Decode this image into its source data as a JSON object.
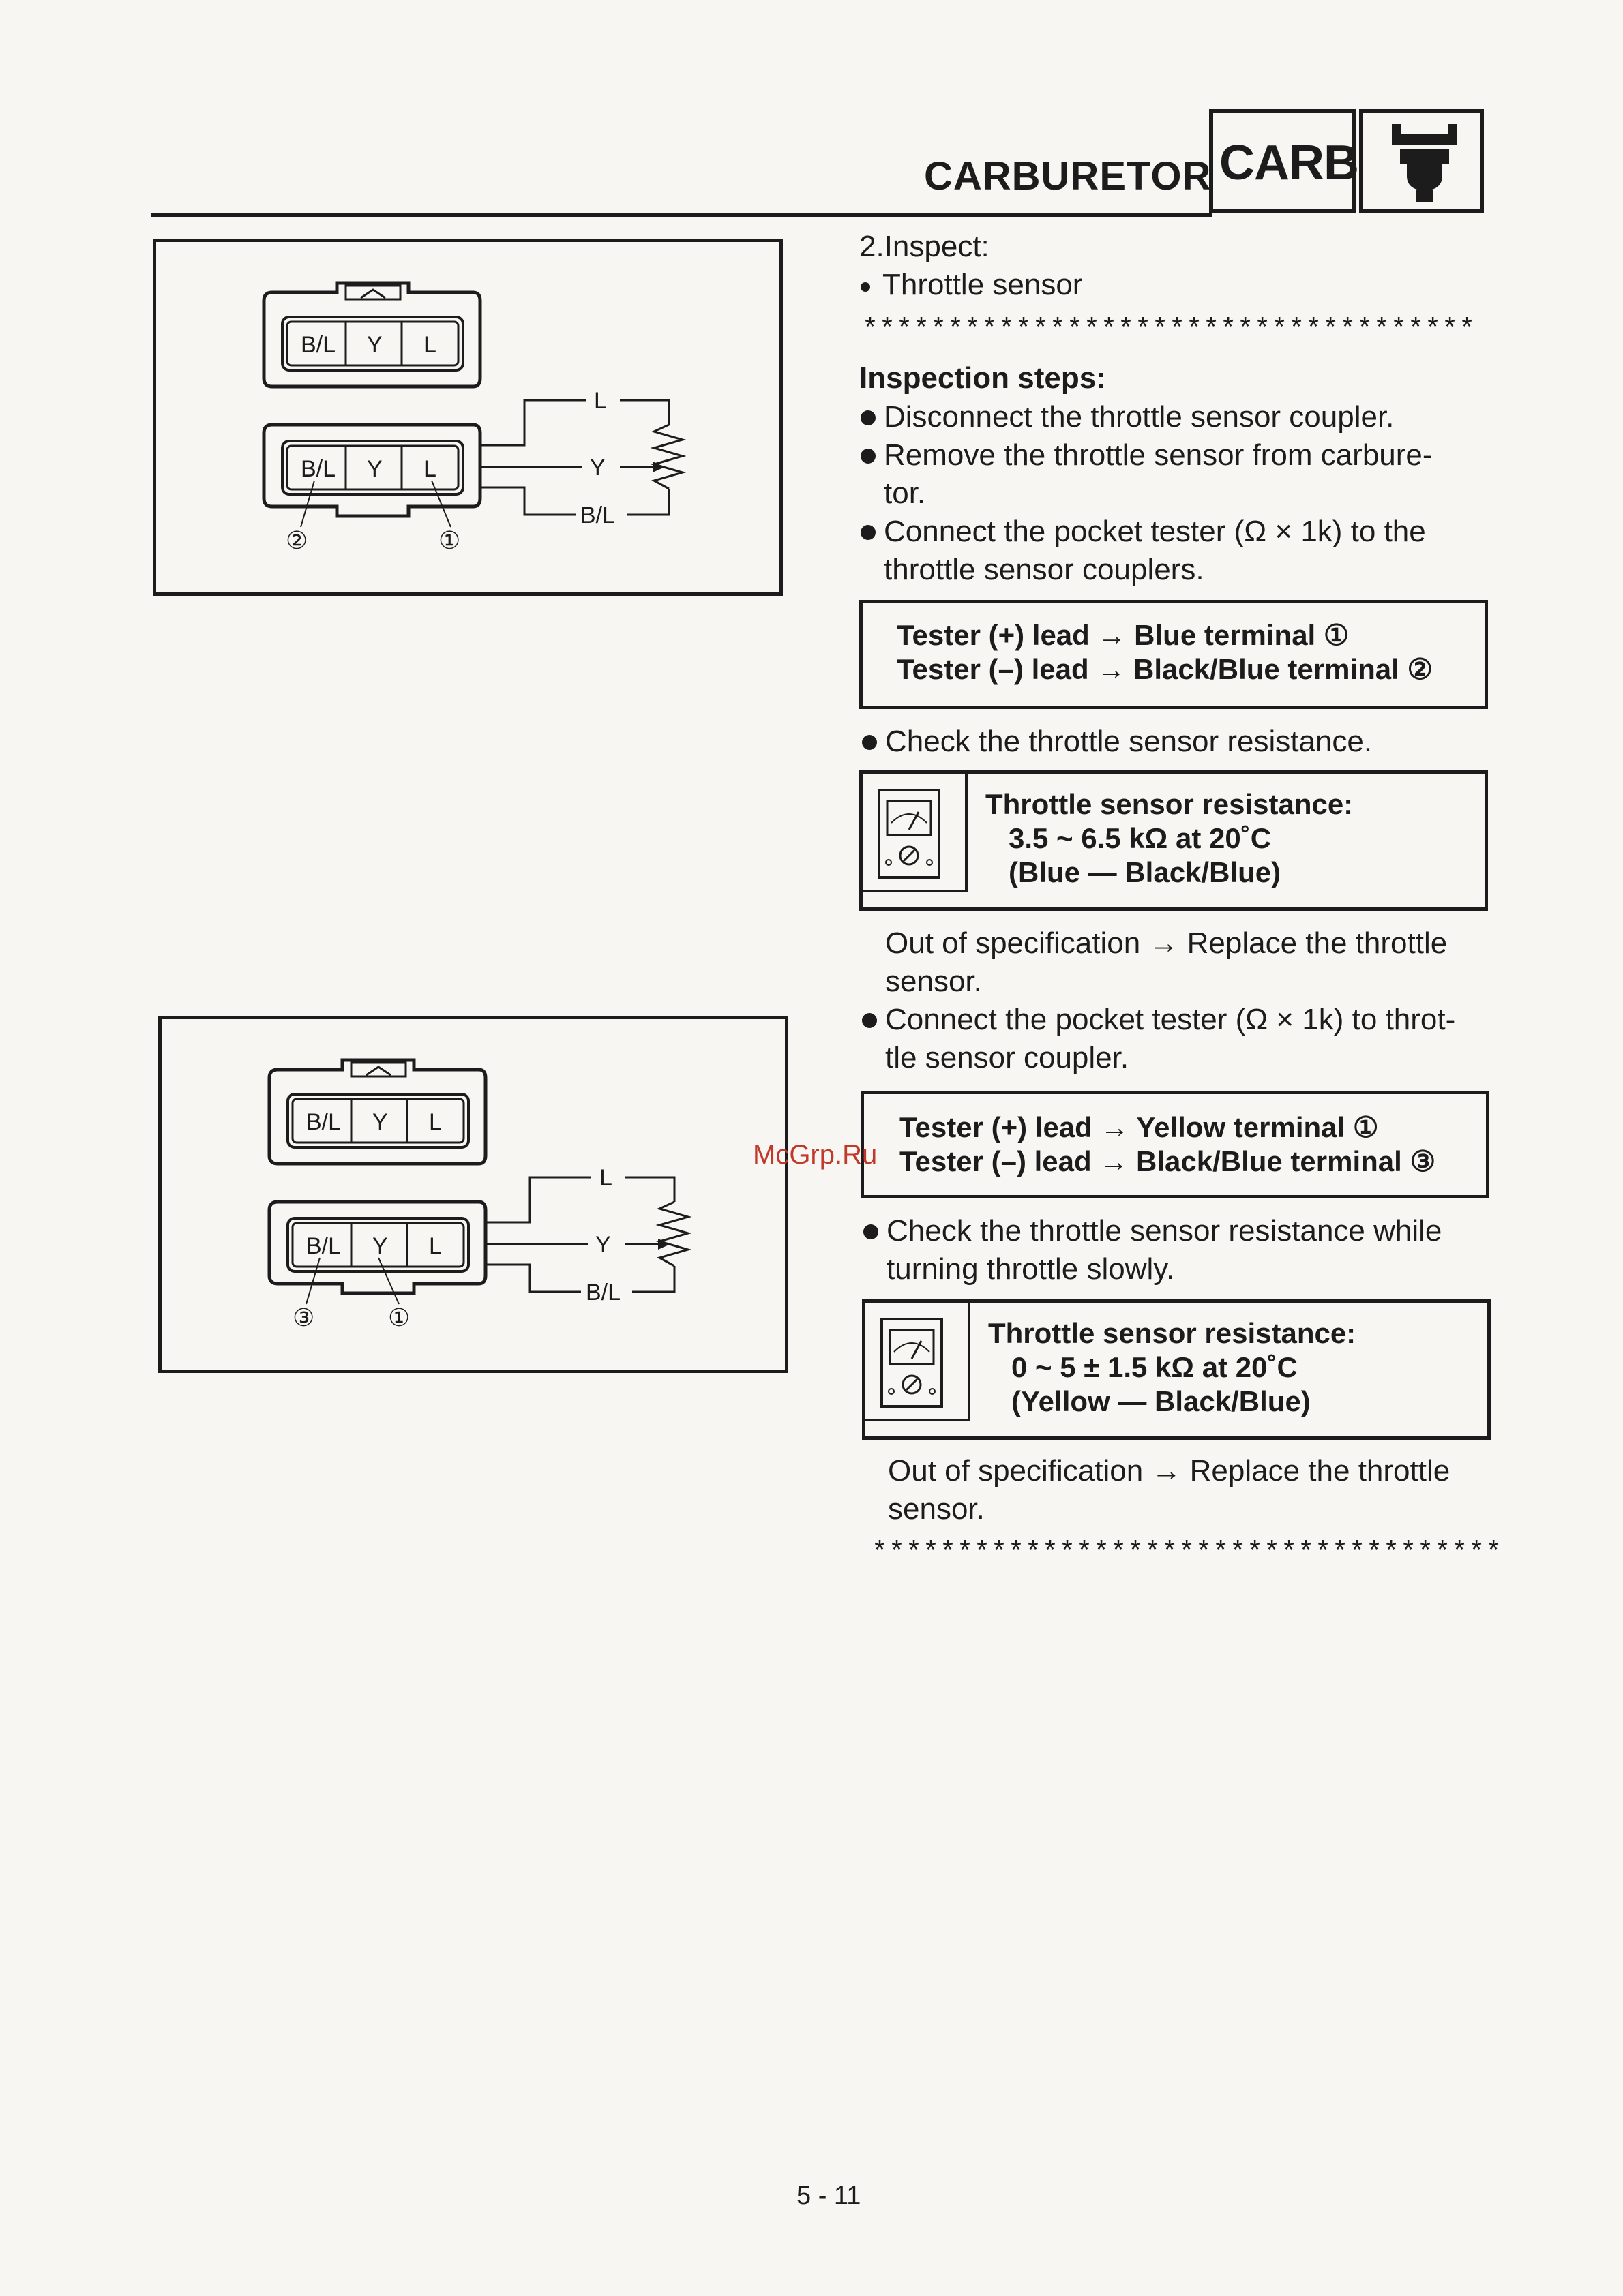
{
  "header": {
    "section_title": "CARBURETOR",
    "section_code": "CARB",
    "section_icon": "carburetor-icon"
  },
  "diagram_1": {
    "terminals_top": [
      "B/L",
      "Y",
      "L"
    ],
    "terminals_bottom": [
      "B/L",
      "Y",
      "L"
    ],
    "wire_labels": [
      "L",
      "Y",
      "B/L"
    ],
    "callouts": [
      "②",
      "①"
    ]
  },
  "diagram_2": {
    "terminals_top": [
      "B/L",
      "Y",
      "L"
    ],
    "terminals_bottom": [
      "B/L",
      "Y",
      "L"
    ],
    "wire_labels": [
      "L",
      "Y",
      "B/L"
    ],
    "callouts": [
      "③",
      "①"
    ]
  },
  "content": {
    "step_heading": "2.Inspect:",
    "step_item": "Throttle sensor",
    "stars": "************************************",
    "inspection_heading": "Inspection steps:",
    "bullet_1": "Disconnect the throttle sensor coupler.",
    "bullet_2_line1": "Remove the throttle sensor from carbure-",
    "bullet_2_line2": "tor.",
    "bullet_3_line1": "Connect the pocket tester (Ω × 1k) to the",
    "bullet_3_line2": "throttle sensor couplers.",
    "tester_box_1": {
      "line1": "Tester (+) lead → Blue terminal ①",
      "line2": "Tester (–) lead → Black/Blue terminal ②"
    },
    "bullet_4": "Check the throttle sensor resistance.",
    "spec_box_1": {
      "icon": "ohmmeter-icon",
      "title": "Throttle sensor resistance:",
      "value": "3.5 ~ 6.5 kΩ at 20˚C",
      "note": "(Blue — Black/Blue)"
    },
    "oos_1_line1": "Out of specification → Replace the throttle",
    "oos_1_line2": "sensor.",
    "bullet_5_line1": "Connect the pocket tester (Ω × 1k) to throt-",
    "bullet_5_line2": "tle sensor coupler.",
    "tester_box_2": {
      "line1": "Tester (+) lead → Yellow terminal ①",
      "line2": "Tester (–) lead → Black/Blue terminal ③"
    },
    "bullet_6_line1": "Check the throttle sensor resistance while",
    "bullet_6_line2": "turning throttle slowly.",
    "spec_box_2": {
      "icon": "ohmmeter-icon",
      "title": "Throttle sensor resistance:",
      "value": "0 ~ 5 ± 1.5 kΩ at 20˚C",
      "note": "(Yellow — Black/Blue)"
    },
    "oos_2_line1": "Out of specification → Replace the throttle",
    "oos_2_line2": "sensor.",
    "stars_end": "*************************************"
  },
  "watermark": "McGrp.Ru",
  "page_number": "5 - 11"
}
